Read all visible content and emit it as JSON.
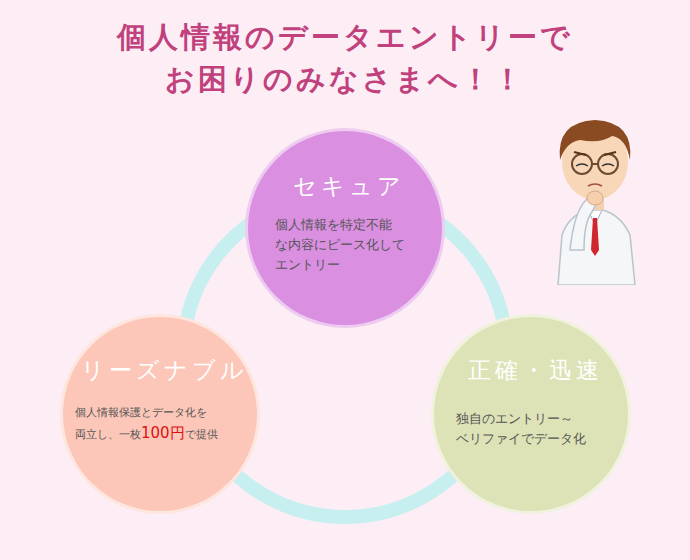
{
  "diagram": {
    "title": "個人情報のデータエントリーで お困りのみなさまへ！！",
    "nodes": [
      {
        "text": [
          "セキュア",
          "個人情報を特定不能 な内容にピース化して エントリー"
        ]
      },
      {
        "text": [
          "リーズナブル",
          "個人情報保護とデータ化を 両立し、一枚100円で提供"
        ]
      },
      {
        "text": [
          "正確・迅速",
          "独自のエントリー～ ベリファイでデータ化"
        ]
      }
    ],
    "edges": [
      {
        "from": 0,
        "to": 1,
        "arrow": "none"
      },
      {
        "from": 0,
        "to": 2,
        "arrow": "none"
      },
      {
        "from": 1,
        "to": 2,
        "arrow": "none"
      }
    ]
  }
}
